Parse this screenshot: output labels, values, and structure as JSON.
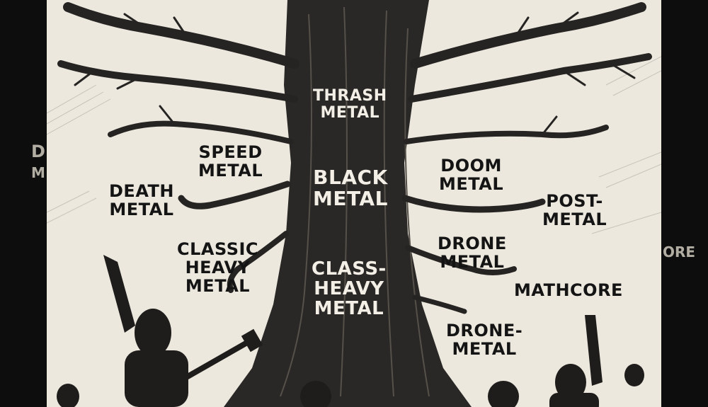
{
  "trunk_labels": [
    {
      "id": "thrash",
      "lines": [
        "THRASH",
        "METAL"
      ]
    },
    {
      "id": "black",
      "lines": [
        "BLACK",
        "METAL"
      ]
    },
    {
      "id": "class-heavy",
      "lines": [
        "CLASS-",
        "HEAVY",
        "METAL"
      ]
    }
  ],
  "left_labels": [
    {
      "id": "speed",
      "lines": [
        "SPEED",
        "METAL"
      ]
    },
    {
      "id": "death",
      "lines": [
        "DEATH",
        "METAL"
      ]
    },
    {
      "id": "classic-heavy",
      "lines": [
        "CLASSIC",
        "HEAVY",
        "METAL"
      ]
    }
  ],
  "right_labels": [
    {
      "id": "doom",
      "lines": [
        "DOOM",
        "METAL"
      ]
    },
    {
      "id": "post",
      "lines": [
        "POST-",
        "METAL"
      ]
    },
    {
      "id": "drone",
      "lines": [
        "DRONE",
        "METAL"
      ]
    },
    {
      "id": "mathcore",
      "lines": [
        "MATHCORE"
      ]
    },
    {
      "id": "drone-2",
      "lines": [
        "DRONE-",
        "METAL"
      ]
    }
  ],
  "side_fragments": {
    "left": [
      "D",
      "M"
    ],
    "right": [
      "ORE"
    ]
  },
  "colors": {
    "paper": "#ece8de",
    "ink": "#141414",
    "frame": "#0d0d0d"
  }
}
